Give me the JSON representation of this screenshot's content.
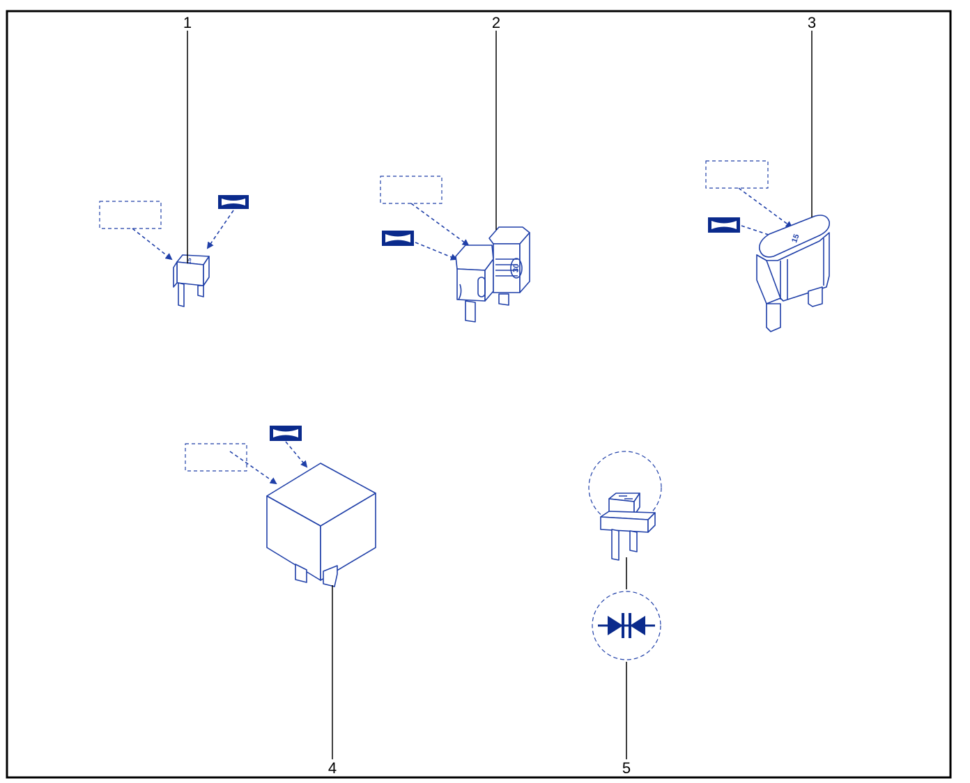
{
  "callouts": [
    {
      "id": "1",
      "label": "1"
    },
    {
      "id": "2",
      "label": "2"
    },
    {
      "id": "3",
      "label": "3"
    },
    {
      "id": "4",
      "label": "4"
    },
    {
      "id": "5",
      "label": "5"
    }
  ],
  "parts": {
    "mini_fuse": {
      "rating": "15"
    },
    "standard_fuse": {
      "rating": "30"
    },
    "maxi_fuse": {
      "rating": "15"
    }
  },
  "colors": {
    "line": "#1f3fa8",
    "dark": "#0a2a8c",
    "dashed": "#4a6fc0",
    "frame": "#000000",
    "leader": "#000000"
  }
}
